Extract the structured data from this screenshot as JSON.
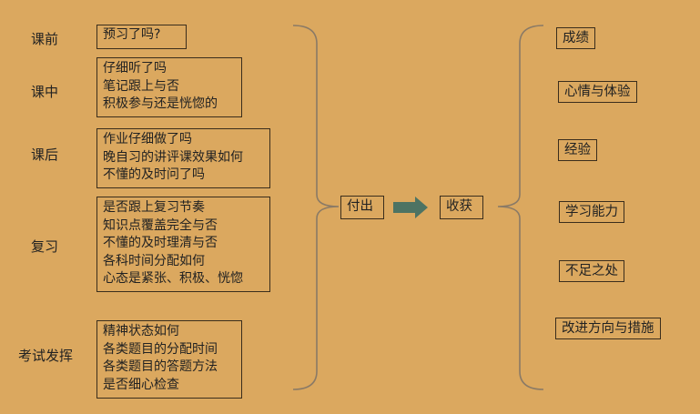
{
  "left": {
    "rows": [
      {
        "stage": "课前",
        "items": [
          "预习了吗?"
        ]
      },
      {
        "stage": "课中",
        "items": [
          "仔细听了吗",
          "笔记跟上与否",
          "积极参与还是恍惚的"
        ]
      },
      {
        "stage": "课后",
        "items": [
          "作业仔细做了吗",
          "晚自习的讲评课效果如何",
          "不懂的及时问了吗"
        ]
      },
      {
        "stage": "复习",
        "items": [
          "是否跟上复习节奏",
          "知识点覆盖完全与否",
          "不懂的及时理清与否",
          "各科时间分配如何",
          "心态是紧张、积极、恍惚"
        ]
      },
      {
        "stage": "考试发挥",
        "items": [
          "精神状态如何",
          "各类题目的分配时间",
          "各类题目的答题方法",
          "是否细心检查"
        ]
      }
    ]
  },
  "center": {
    "input": "付出",
    "output": "收获"
  },
  "right": {
    "items": [
      "成绩",
      "心情与体验",
      "经验",
      "学习能力",
      "不足之处",
      "改进方向与措施"
    ]
  },
  "colors": {
    "background": "#dba85f",
    "arrow": "#4d7363",
    "bracket": "#8a7a66",
    "border": "#3a2d1c"
  }
}
